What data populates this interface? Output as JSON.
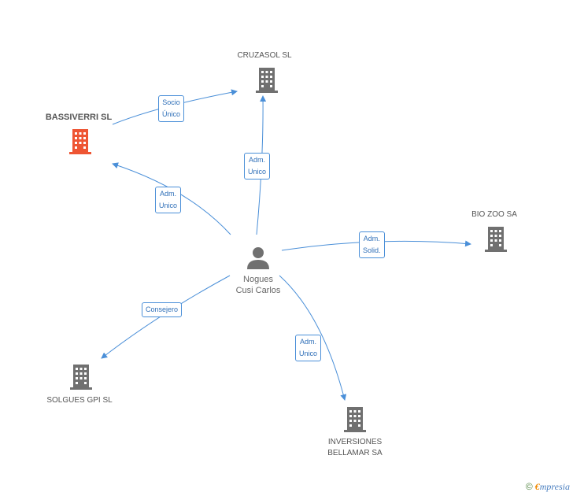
{
  "colors": {
    "edge": "#4a8fd8",
    "building": "#707070",
    "building_highlight": "#ee5533",
    "person": "#707070"
  },
  "person": {
    "name_line1": "Nogues",
    "name_line2": "Cusi Carlos",
    "icon": "person-icon"
  },
  "companies": [
    {
      "id": "cruzasol",
      "name_lines": [
        "CRUZASOL SL"
      ],
      "icon": "building-icon"
    },
    {
      "id": "bassiverri",
      "name_lines": [
        "BASSIVERRI SL"
      ],
      "icon": "building-icon",
      "highlight": true
    },
    {
      "id": "biozoo",
      "name_lines": [
        "BIO ZOO SA"
      ],
      "icon": "building-icon"
    },
    {
      "id": "solgues",
      "name_lines": [
        "SOLGUES GPI SL"
      ],
      "icon": "building-icon"
    },
    {
      "id": "inversiones",
      "name_lines": [
        "INVERSIONES",
        "BELLAMAR SA"
      ],
      "icon": "building-icon"
    }
  ],
  "relations": [
    {
      "id": "rel-bassiverri-cruzasol",
      "lines": [
        "Socio",
        "Único"
      ]
    },
    {
      "id": "rel-person-cruzasol",
      "lines": [
        "Adm.",
        "Unico"
      ]
    },
    {
      "id": "rel-person-bassiverri",
      "lines": [
        "Adm.",
        "Unico"
      ]
    },
    {
      "id": "rel-person-biozoo",
      "lines": [
        "Adm.",
        "Solid."
      ]
    },
    {
      "id": "rel-person-solgues",
      "lines": [
        "Consejero"
      ]
    },
    {
      "id": "rel-person-inversiones",
      "lines": [
        "Adm.",
        "Unico"
      ]
    }
  ],
  "brand": {
    "copyright": "©",
    "first_letter": "€",
    "rest": "mpresia"
  }
}
